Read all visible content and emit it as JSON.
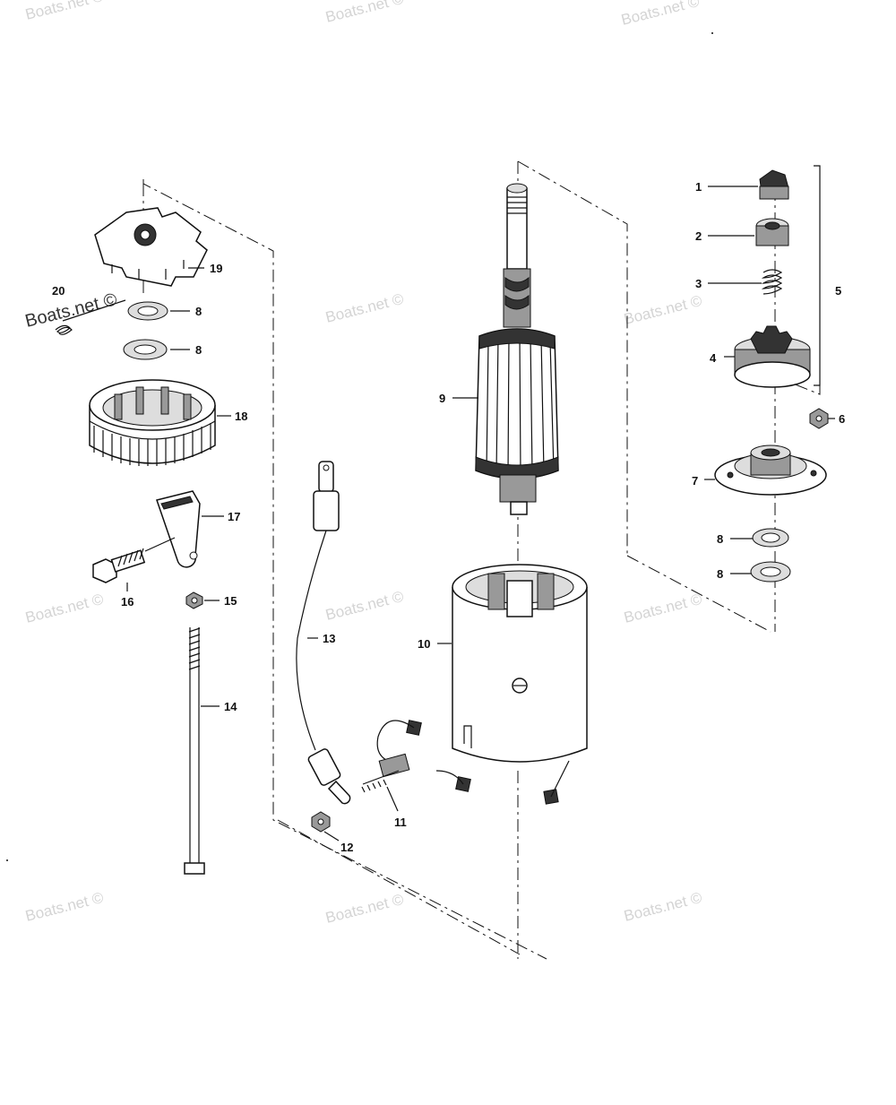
{
  "watermark": "Boats.net ©",
  "watermark_strong": "Boats.net ©",
  "callouts": {
    "p1": "1",
    "p2": "2",
    "p3": "3",
    "p4": "4",
    "p5": "5",
    "p6": "6",
    "p7": "7",
    "p8a": "8",
    "p8b": "8",
    "p8c": "8",
    "p8d": "8",
    "p9": "9",
    "p10": "10",
    "p11": "11",
    "p12": "12",
    "p13": "13",
    "p14": "14",
    "p15": "15",
    "p16": "16",
    "p17": "17",
    "p18": "18",
    "p19": "19",
    "p20": "20"
  },
  "colors": {
    "line": "#111111",
    "watermark": "#d4d4d4",
    "background": "#ffffff"
  }
}
